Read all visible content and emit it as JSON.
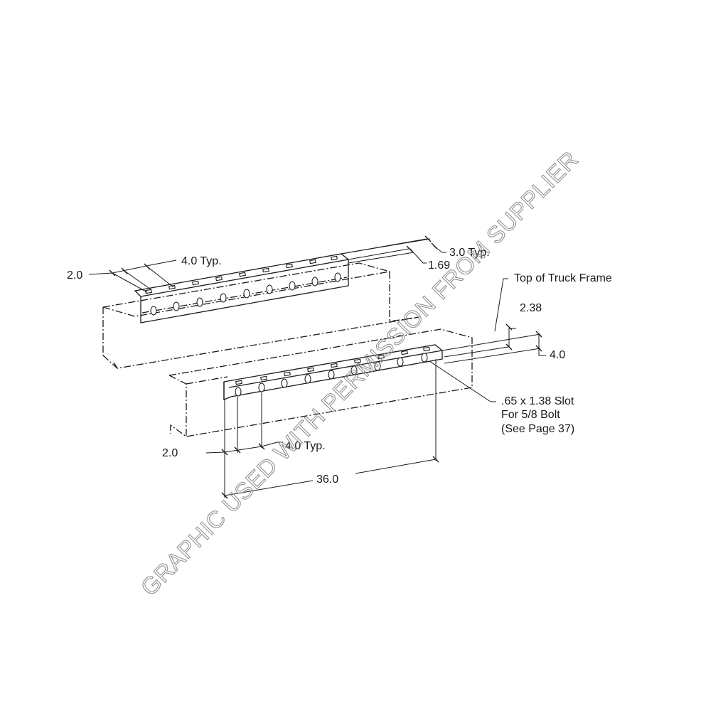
{
  "diagram": {
    "type": "isometric technical drawing",
    "subject": "truck frame mounting angle brackets with bolt slots",
    "upper_bracket": {
      "dim_end_offset": "2.0",
      "dim_spacing": "4.0 Typ.",
      "dim_flange_width": "3.0 Typ.",
      "dim_flange_height": "1.69"
    },
    "lower_bracket": {
      "dim_end_offset": "2.0",
      "dim_spacing": "4.0 Typ.",
      "dim_overall_length": "36.0",
      "dim_top_offset": "2.38",
      "dim_height": "4.0"
    },
    "callouts": {
      "frame_top": "Top of Truck Frame",
      "slot_line1": ".65 x 1.38 Slot",
      "slot_line2": "For 5/8 Bolt",
      "slot_line3": "(See Page 37)"
    },
    "watermark": "GRAPHIC USED WITH PERMISSION FROM SUPPLIER",
    "colors": {
      "line": "#1a1a1a",
      "watermark": "#8a8a8a",
      "background": "#ffffff"
    }
  }
}
